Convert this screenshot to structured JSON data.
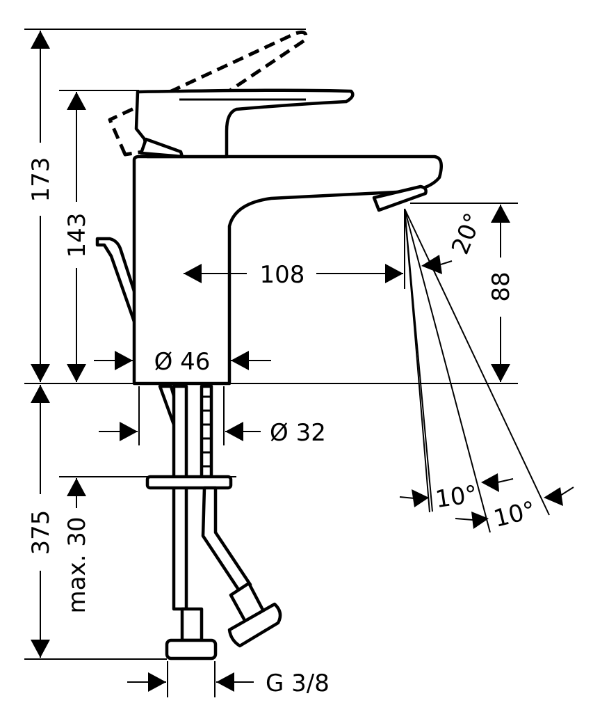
{
  "dimensions": {
    "total_height": "173",
    "spout_height": "143",
    "reach": "108",
    "outlet_height": "88",
    "body_diameter": "Ø 46",
    "shank_diameter": "Ø 32",
    "below_deck": "375",
    "max_deck_thickness": "max. 30",
    "connection": "G 3/8",
    "spray_angle": "20°",
    "angle_left": "10°",
    "angle_right": "10°"
  }
}
